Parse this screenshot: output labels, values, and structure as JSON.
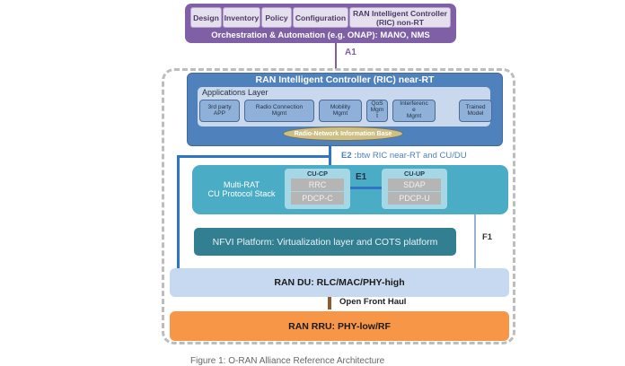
{
  "orchestration": {
    "tabs": [
      "Design",
      "Inventory",
      "Policy",
      "Configuration",
      "RAN Intelligent Controller (RIC) non-RT"
    ],
    "title": "Orchestration & Automation (e.g. ONAP): MANO, NMS"
  },
  "interfaces": {
    "a1": "A1",
    "e2_bold": "E2 :",
    "e2_text": "btw RIC near-RT and CU/DU",
    "e1": "E1",
    "f1": "F1",
    "front_haul": "Open Front Haul"
  },
  "ric_near_rt": {
    "title": "RAN Intelligent Controller (RIC) near-RT",
    "applications_layer": "Applications Layer",
    "apps": [
      {
        "line1": "3rd party",
        "line2": "APP"
      },
      {
        "line1": "Radio Connection",
        "line2": "Mgmt"
      },
      {
        "line1": "Mobility",
        "line2": "Mgmt"
      },
      {
        "line1": "QoS",
        "line2": "Mgm",
        "line3": "t"
      },
      {
        "line1": "Interferenc",
        "line2": "e",
        "line3": "Mgmt"
      },
      {
        "line1": "Trained",
        "line2": "Model"
      }
    ],
    "rnib": "Radio-Network Information Base"
  },
  "cu": {
    "label_line1": "Multi-RAT",
    "label_line2": "CU Protocol Stack",
    "cp": {
      "title": "CU-CP",
      "layers": [
        "RRC",
        "PDCP-C"
      ]
    },
    "up": {
      "title": "CU-UP",
      "layers": [
        "SDAP",
        "PDCP-U"
      ]
    }
  },
  "nfvi": "NFVI Platform: Virtualization layer and COTS platform",
  "du": "RAN DU: RLC/MAC/PHY-high",
  "rru": "RAN RRU: PHY-low/RF",
  "caption": "Figure 1: O-RAN Alliance Reference Architecture"
}
